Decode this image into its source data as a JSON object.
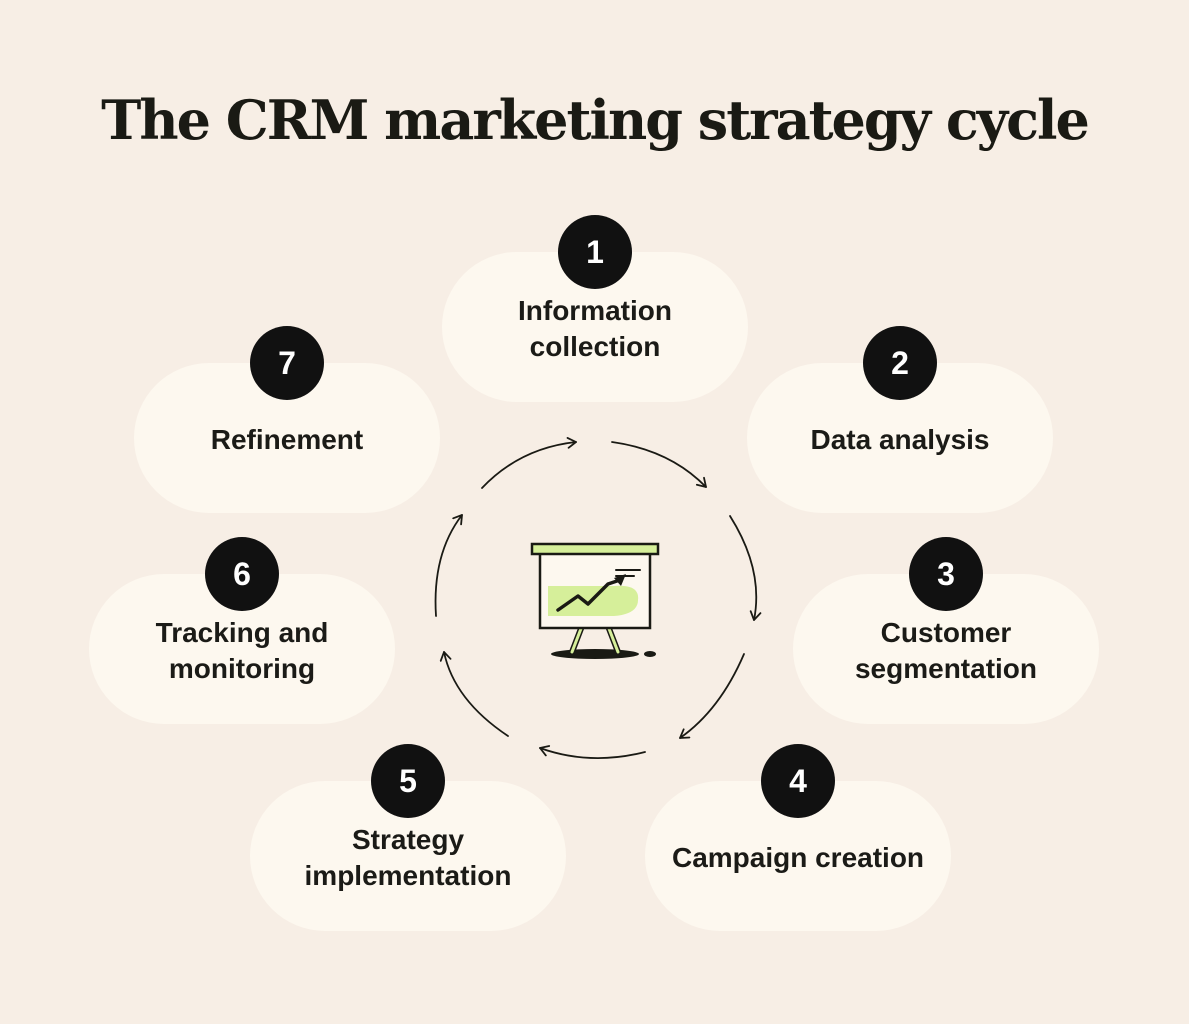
{
  "title": "The CRM marketing strategy cycle",
  "steps": [
    {
      "number": "1",
      "label": "Information collection"
    },
    {
      "number": "2",
      "label": "Data analysis"
    },
    {
      "number": "3",
      "label": "Customer segmentation"
    },
    {
      "number": "4",
      "label": "Campaign creation"
    },
    {
      "number": "5",
      "label": "Strategy implementation"
    },
    {
      "number": "6",
      "label": "Tracking and monitoring"
    },
    {
      "number": "7",
      "label": "Refinement"
    }
  ],
  "colors": {
    "background": "#f7eee5",
    "pill": "#fdf8ef",
    "badge": "#111111",
    "accent_green": "#d6ef9a"
  },
  "center_icon": "presentation-chart-icon"
}
